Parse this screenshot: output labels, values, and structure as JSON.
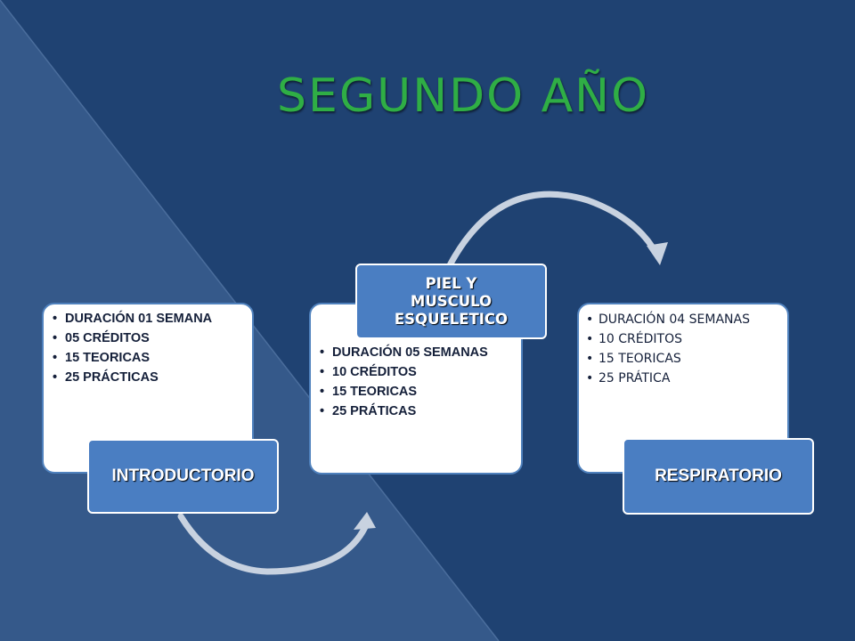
{
  "slide": {
    "title": "SEGUNDO AÑO",
    "colors": {
      "background_dark": "#1f4272",
      "background_light": "#35598a",
      "title_green": "#2fae45",
      "card_fill": "#ffffff",
      "card_border": "#4f81bd",
      "label_fill": "#4a7ec2",
      "arrow": "#c8d2e0"
    }
  },
  "modules": [
    {
      "name": "INTRODUCTORIO",
      "details": [
        "DURACIÓN 01 SEMANA",
        "05 CRÉDITOS",
        "15 TEORICAS",
        "25 PRÁCTICAS"
      ]
    },
    {
      "name": "PIEL Y MUSCULO ESQUELETICO",
      "details": [
        "DURACIÓN 05 SEMANAS",
        "10 CRÉDITOS",
        "15 TEORICAS",
        "25 PRÁTICAS"
      ]
    },
    {
      "name": "RESPIRATORIO",
      "details": [
        "DURACIÓN 04 SEMANAS",
        "10 CRÉDITOS",
        "15 TEORICAS",
        "25 PRÁTICA"
      ]
    }
  ]
}
